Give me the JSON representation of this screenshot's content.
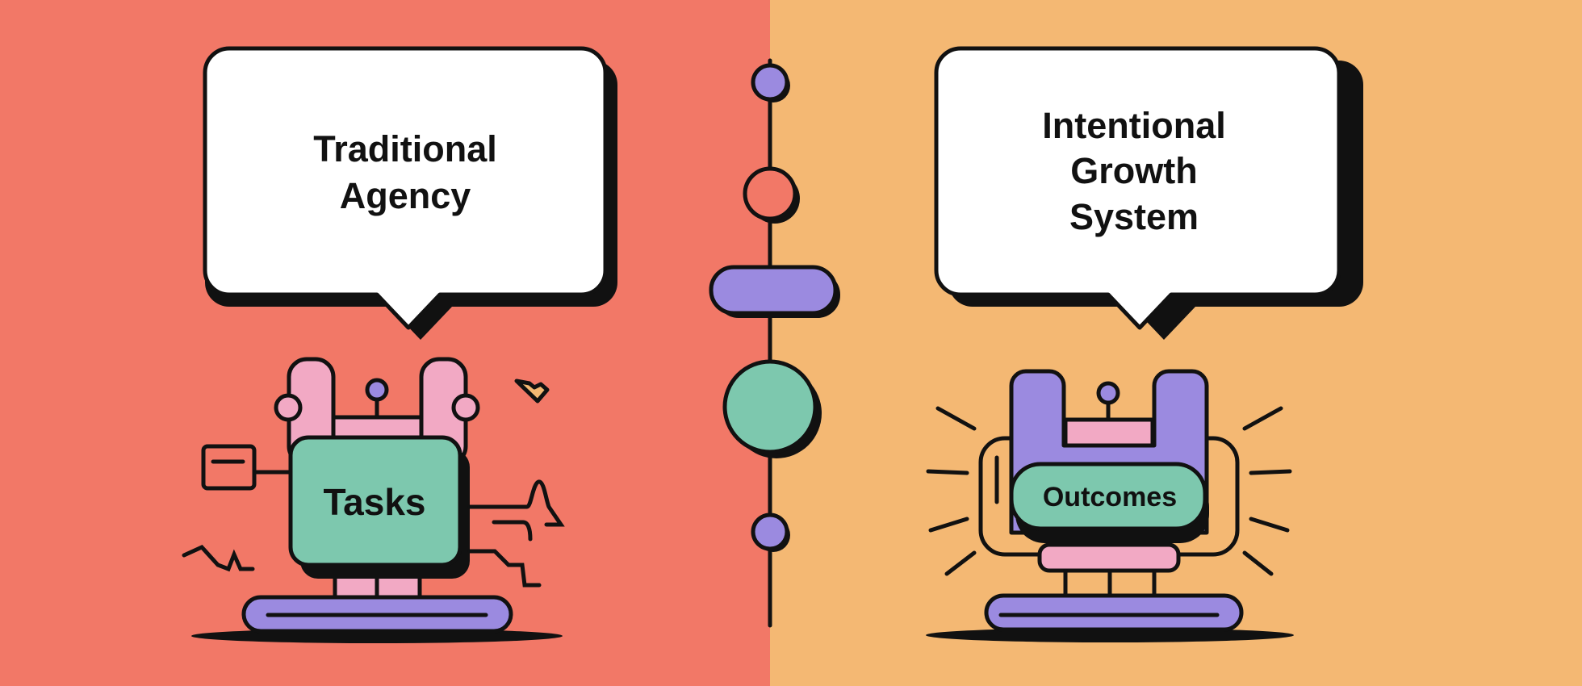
{
  "left_panel": {
    "bubble_lines": [
      "Traditional",
      "Agency"
    ],
    "screen_label": "Tasks",
    "background": "#F27867"
  },
  "right_panel": {
    "bubble_lines": [
      "Intentional",
      "Growth",
      "System"
    ],
    "screen_label": "Outcomes",
    "background": "#F4B873"
  },
  "colors": {
    "purple": "#9B8AE0",
    "pink": "#F2A9C4",
    "green": "#7DC8AE",
    "red": "#F27867",
    "ink": "#111111"
  }
}
